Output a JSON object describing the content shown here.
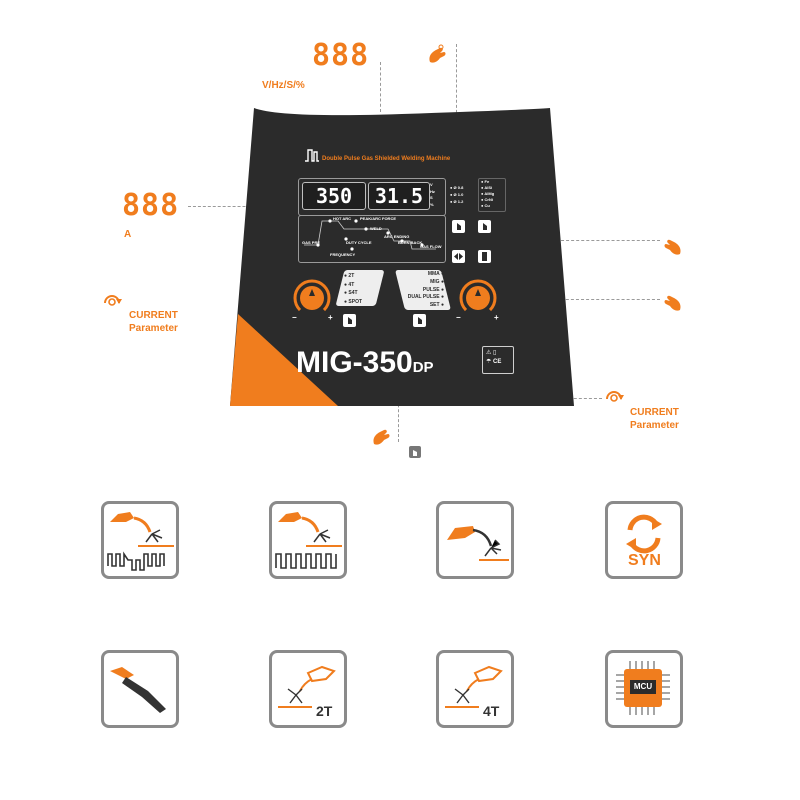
{
  "callouts": {
    "top_display": {
      "digits": "888",
      "unit": "V/Hz/S/%"
    },
    "left_display": {
      "digits": "888",
      "unit": "A"
    },
    "left_knob": {
      "line1": "CURRENT",
      "line2": "Parameter"
    },
    "right_knob": {
      "line1": "CURRENT",
      "line2": "Parameter"
    }
  },
  "panel": {
    "header_title": "Double Pulse Gas Shielded Welding Machine",
    "lcd_left": "350",
    "lcd_right": "31.5",
    "unit_indicators": [
      "V",
      "Hz",
      "S",
      "%"
    ],
    "wire_sizes": [
      "0.8",
      "1.0",
      "1.2"
    ],
    "materials": [
      "Fe",
      "AlSi",
      "AlMg",
      "CrNi",
      "Cu"
    ],
    "param_labels": {
      "hot_arc": "HOT ARC",
      "peak_arc_force": "PEAK/ARC FORCE",
      "weld": "WELD",
      "arc_ending": "ARC ENDING",
      "gas_pre": "GAS PRE",
      "duty_cycle": "DUTY CYCLE",
      "burn_back": "BURN BACK",
      "gas_flow": "GAS FLOW",
      "frequency": "FREQUENCY"
    },
    "trigger_modes": [
      "2T",
      "4T",
      "S4T",
      "SPOT"
    ],
    "weld_modes": [
      "MMA",
      "MIG",
      "PULSE",
      "DUAL PULSE",
      "SET"
    ],
    "model_main": "MIG-350",
    "model_suffix": "DP",
    "knob_minus": "−",
    "knob_plus": "+",
    "cert_mark": "CE"
  },
  "features": [
    {
      "icon": "dual-pulse-mig-icon",
      "label": ""
    },
    {
      "icon": "pulse-mig-icon",
      "label": ""
    },
    {
      "icon": "mig-torch-icon",
      "label": ""
    },
    {
      "icon": "synergic-icon",
      "label": "SYN"
    },
    {
      "icon": "mma-electrode-holder-icon",
      "label": ""
    },
    {
      "icon": "2t-mode-icon",
      "label": "2T"
    },
    {
      "icon": "4t-mode-icon",
      "label": "4T"
    },
    {
      "icon": "mcu-chip-icon",
      "label": "MCU"
    }
  ],
  "colors": {
    "accent": "#f07d1e",
    "panel": "#2b2b2b",
    "border_gray": "#8a8a8a"
  }
}
